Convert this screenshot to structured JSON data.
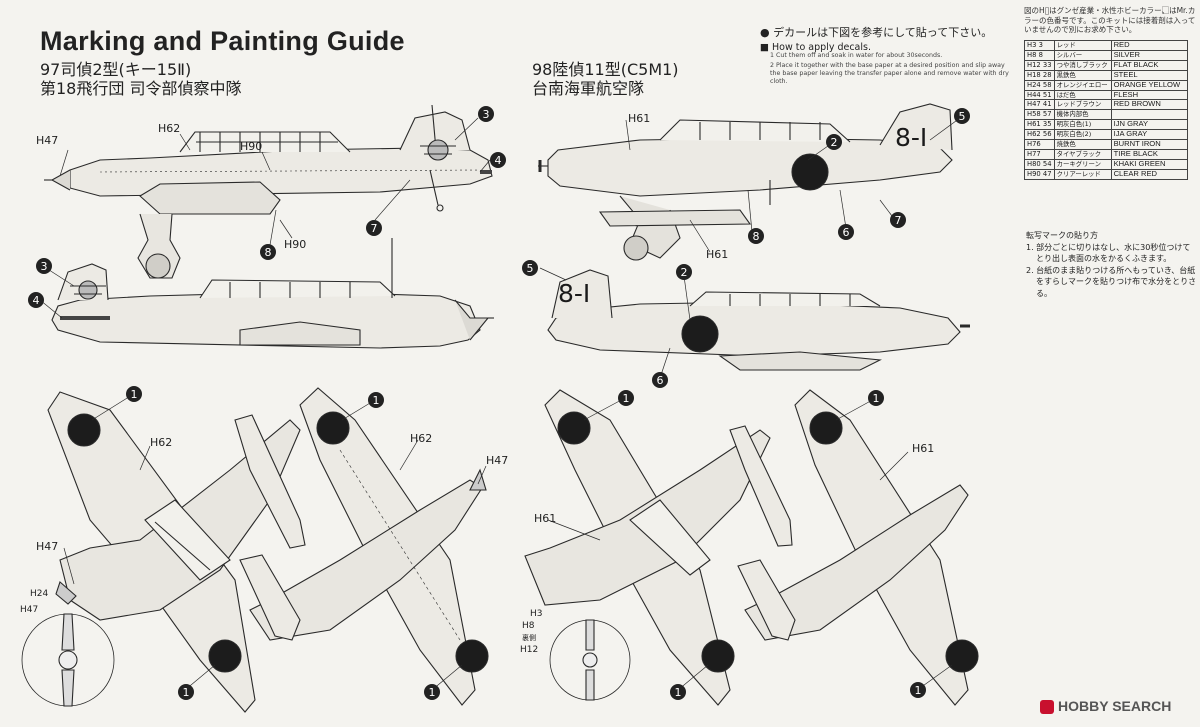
{
  "title": "Marking and Painting Guide",
  "aircraft_left": {
    "line1": "97司偵2型(キー15Ⅱ)",
    "line2": "第18飛行団 司令部偵察中隊"
  },
  "aircraft_right": {
    "line1": "98陸偵11型(C5M1)",
    "line2": "台南海軍航空隊"
  },
  "decal_notice": "● デカールは下図を参考にして貼って下さい。",
  "how_to": {
    "title": "■ How to apply decals.",
    "step1": "1   Cut them off and soak in water for about 30seconds.",
    "step2": "2   Place it together with the base paper at a desired position and slip away the base paper leaving the transfer paper alone and remove water with dry cloth."
  },
  "legend_note": "図のH⃞はグンゼ産業・水性ホビーカラー、⃞はMr.カラーの色番号です。このキットには接着剤は入っていませんので別にお求め下さい。",
  "paint_table": [
    {
      "code": "H3",
      "num": "3",
      "jp": "レッド",
      "en": "RED"
    },
    {
      "code": "H8",
      "num": "8",
      "jp": "シルバー",
      "en": "SILVER"
    },
    {
      "code": "H12",
      "num": "33",
      "jp": "つや消しブラック",
      "en": "FLAT BLACK"
    },
    {
      "code": "H18",
      "num": "28",
      "jp": "黒鉄色",
      "en": "STEEL"
    },
    {
      "code": "H24",
      "num": "58",
      "jp": "オレンジイエロー",
      "en": "ORANGE YELLOW"
    },
    {
      "code": "H44",
      "num": "51",
      "jp": "はだ色",
      "en": "FLESH"
    },
    {
      "code": "H47",
      "num": "41",
      "jp": "レッドブラウン",
      "en": "RED BROWN"
    },
    {
      "code": "H58",
      "num": "57",
      "jp": "機体内部色",
      "en": ""
    },
    {
      "code": "H61",
      "num": "35",
      "jp": "明灰白色(1)",
      "en": "IJN GRAY"
    },
    {
      "code": "H62",
      "num": "56",
      "jp": "明灰白色(2)",
      "en": "IJA GRAY"
    },
    {
      "code": "H76",
      "num": "",
      "jp": "焼鉄色",
      "en": "BURNT IRON"
    },
    {
      "code": "H77",
      "num": "",
      "jp": "タイヤブラック",
      "en": "TIRE BLACK"
    },
    {
      "code": "H80",
      "num": "54",
      "jp": "カーキグリーン",
      "en": "KHAKI GREEN"
    },
    {
      "code": "H90",
      "num": "47",
      "jp": "クリアーレッド",
      "en": "CLEAR RED"
    }
  ],
  "transfer": {
    "title": "転写マークの貼り方",
    "step1": "1. 部分ごとに切りはなし、水に30秒位つけてとり出し表面の水をかるくふきます。",
    "step2": "2. 台紙のまま貼りつける所へもっていき、台紙をすらしマークを貼りつけ布で水分をとりさる。"
  },
  "labels": {
    "h47": "H47",
    "h62": "H62",
    "h90": "H90",
    "h61": "H61",
    "h24": "H24",
    "h3": "H3",
    "h8": "H8",
    "h12": "H12",
    "ura": "裏側"
  },
  "markings": {
    "tail_code": "8-I"
  },
  "callouts": {
    "n1": "1",
    "n2": "2",
    "n3": "3",
    "n4": "4",
    "n5": "5",
    "n6": "6",
    "n7": "7",
    "n8": "8"
  },
  "colors": {
    "hinomaru": "#1c1c1c",
    "line": "#2a2a2a",
    "paper": "#f4f3ef",
    "panel": "#e9e8e3"
  },
  "brand": "HOBBY SEARCH"
}
